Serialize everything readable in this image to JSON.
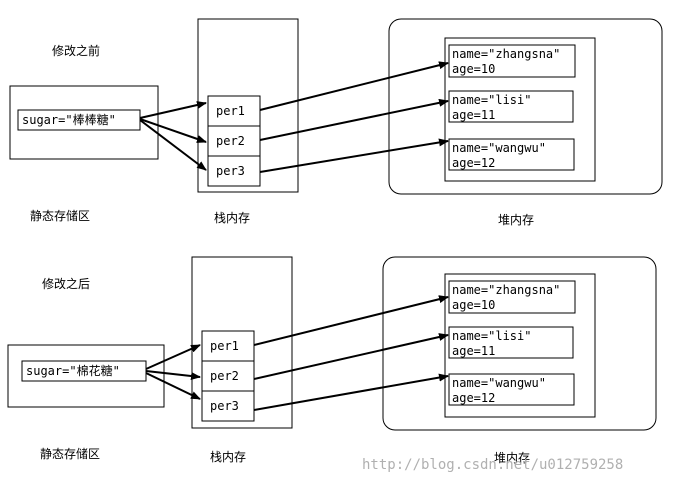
{
  "sections": [
    {
      "heading": "修改之前",
      "sugar": "sugar=\"棒棒糖\"",
      "static_label": "静态存储区",
      "stack_label": "栈内存",
      "heap_label": "堆内存",
      "stack_items": [
        "per1",
        "per2",
        "per3"
      ],
      "heap_objects": [
        {
          "name": "name=\"zhangsna\"",
          "age": "age=10"
        },
        {
          "name": "name=\"lisi\"",
          "age": "age=11"
        },
        {
          "name": "name=\"wangwu\"",
          "age": "age=12"
        }
      ]
    },
    {
      "heading": "修改之后",
      "sugar": "sugar=\"棉花糖\"",
      "static_label": "静态存储区",
      "stack_label": "栈内存",
      "heap_label": "堆内存",
      "stack_items": [
        "per1",
        "per2",
        "per3"
      ],
      "heap_objects": [
        {
          "name": "name=\"zhangsna\"",
          "age": "age=10"
        },
        {
          "name": "name=\"lisi\"",
          "age": "age=11"
        },
        {
          "name": "name=\"wangwu\"",
          "age": "age=12"
        }
      ]
    }
  ],
  "watermark": "http://blog.csdn.net/u012759258"
}
